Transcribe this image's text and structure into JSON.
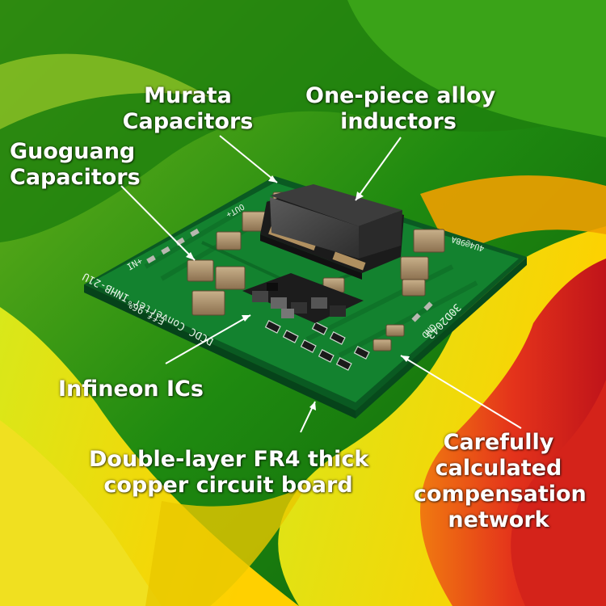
{
  "callouts": {
    "murata": {
      "line1": "Murata",
      "line2": "Capacitors"
    },
    "alloy": {
      "line1": "One-piece alloy",
      "line2": "inductors"
    },
    "guoguang": {
      "line1": "Guoguang",
      "line2": "Capacitors"
    },
    "infineon": {
      "line1": "Infineon ICs"
    },
    "board": {
      "line1": "Double-layer FR4 thick",
      "line2": "copper circuit board"
    },
    "compensation": {
      "line1": "Carefully",
      "line2": "calculated",
      "line3": "compensation",
      "line4": "network"
    }
  },
  "pcb_silkscreen": {
    "bottom_edge": "DCDC Converter INHB-21U",
    "efficiency": "Eff 96%",
    "board_code": "30D2043",
    "pin_gnd": "GND",
    "pin_in": "IN+",
    "pin_out": "OUT+",
    "right_edge": "4U4@9BA"
  },
  "colors": {
    "pcb_green": "#0f7a2e",
    "background_green": "#2f8f14",
    "background_yellow": "#f2d000",
    "background_red": "#e1331c",
    "label_text": "#ffffff"
  }
}
